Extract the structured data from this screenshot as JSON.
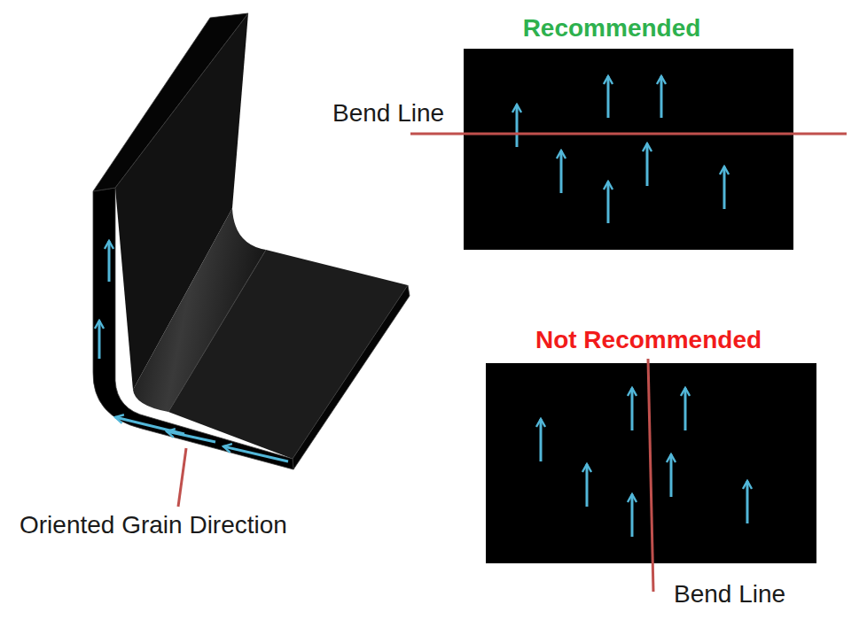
{
  "diagram": {
    "nodes": [
      {
        "text": [
          "Recommended"
        ]
      },
      {
        "text": [
          "Not Recommended"
        ]
      }
    ],
    "labels": [
      "Bend Line",
      "Bend Line",
      "Oriented Grain Direction"
    ]
  }
}
